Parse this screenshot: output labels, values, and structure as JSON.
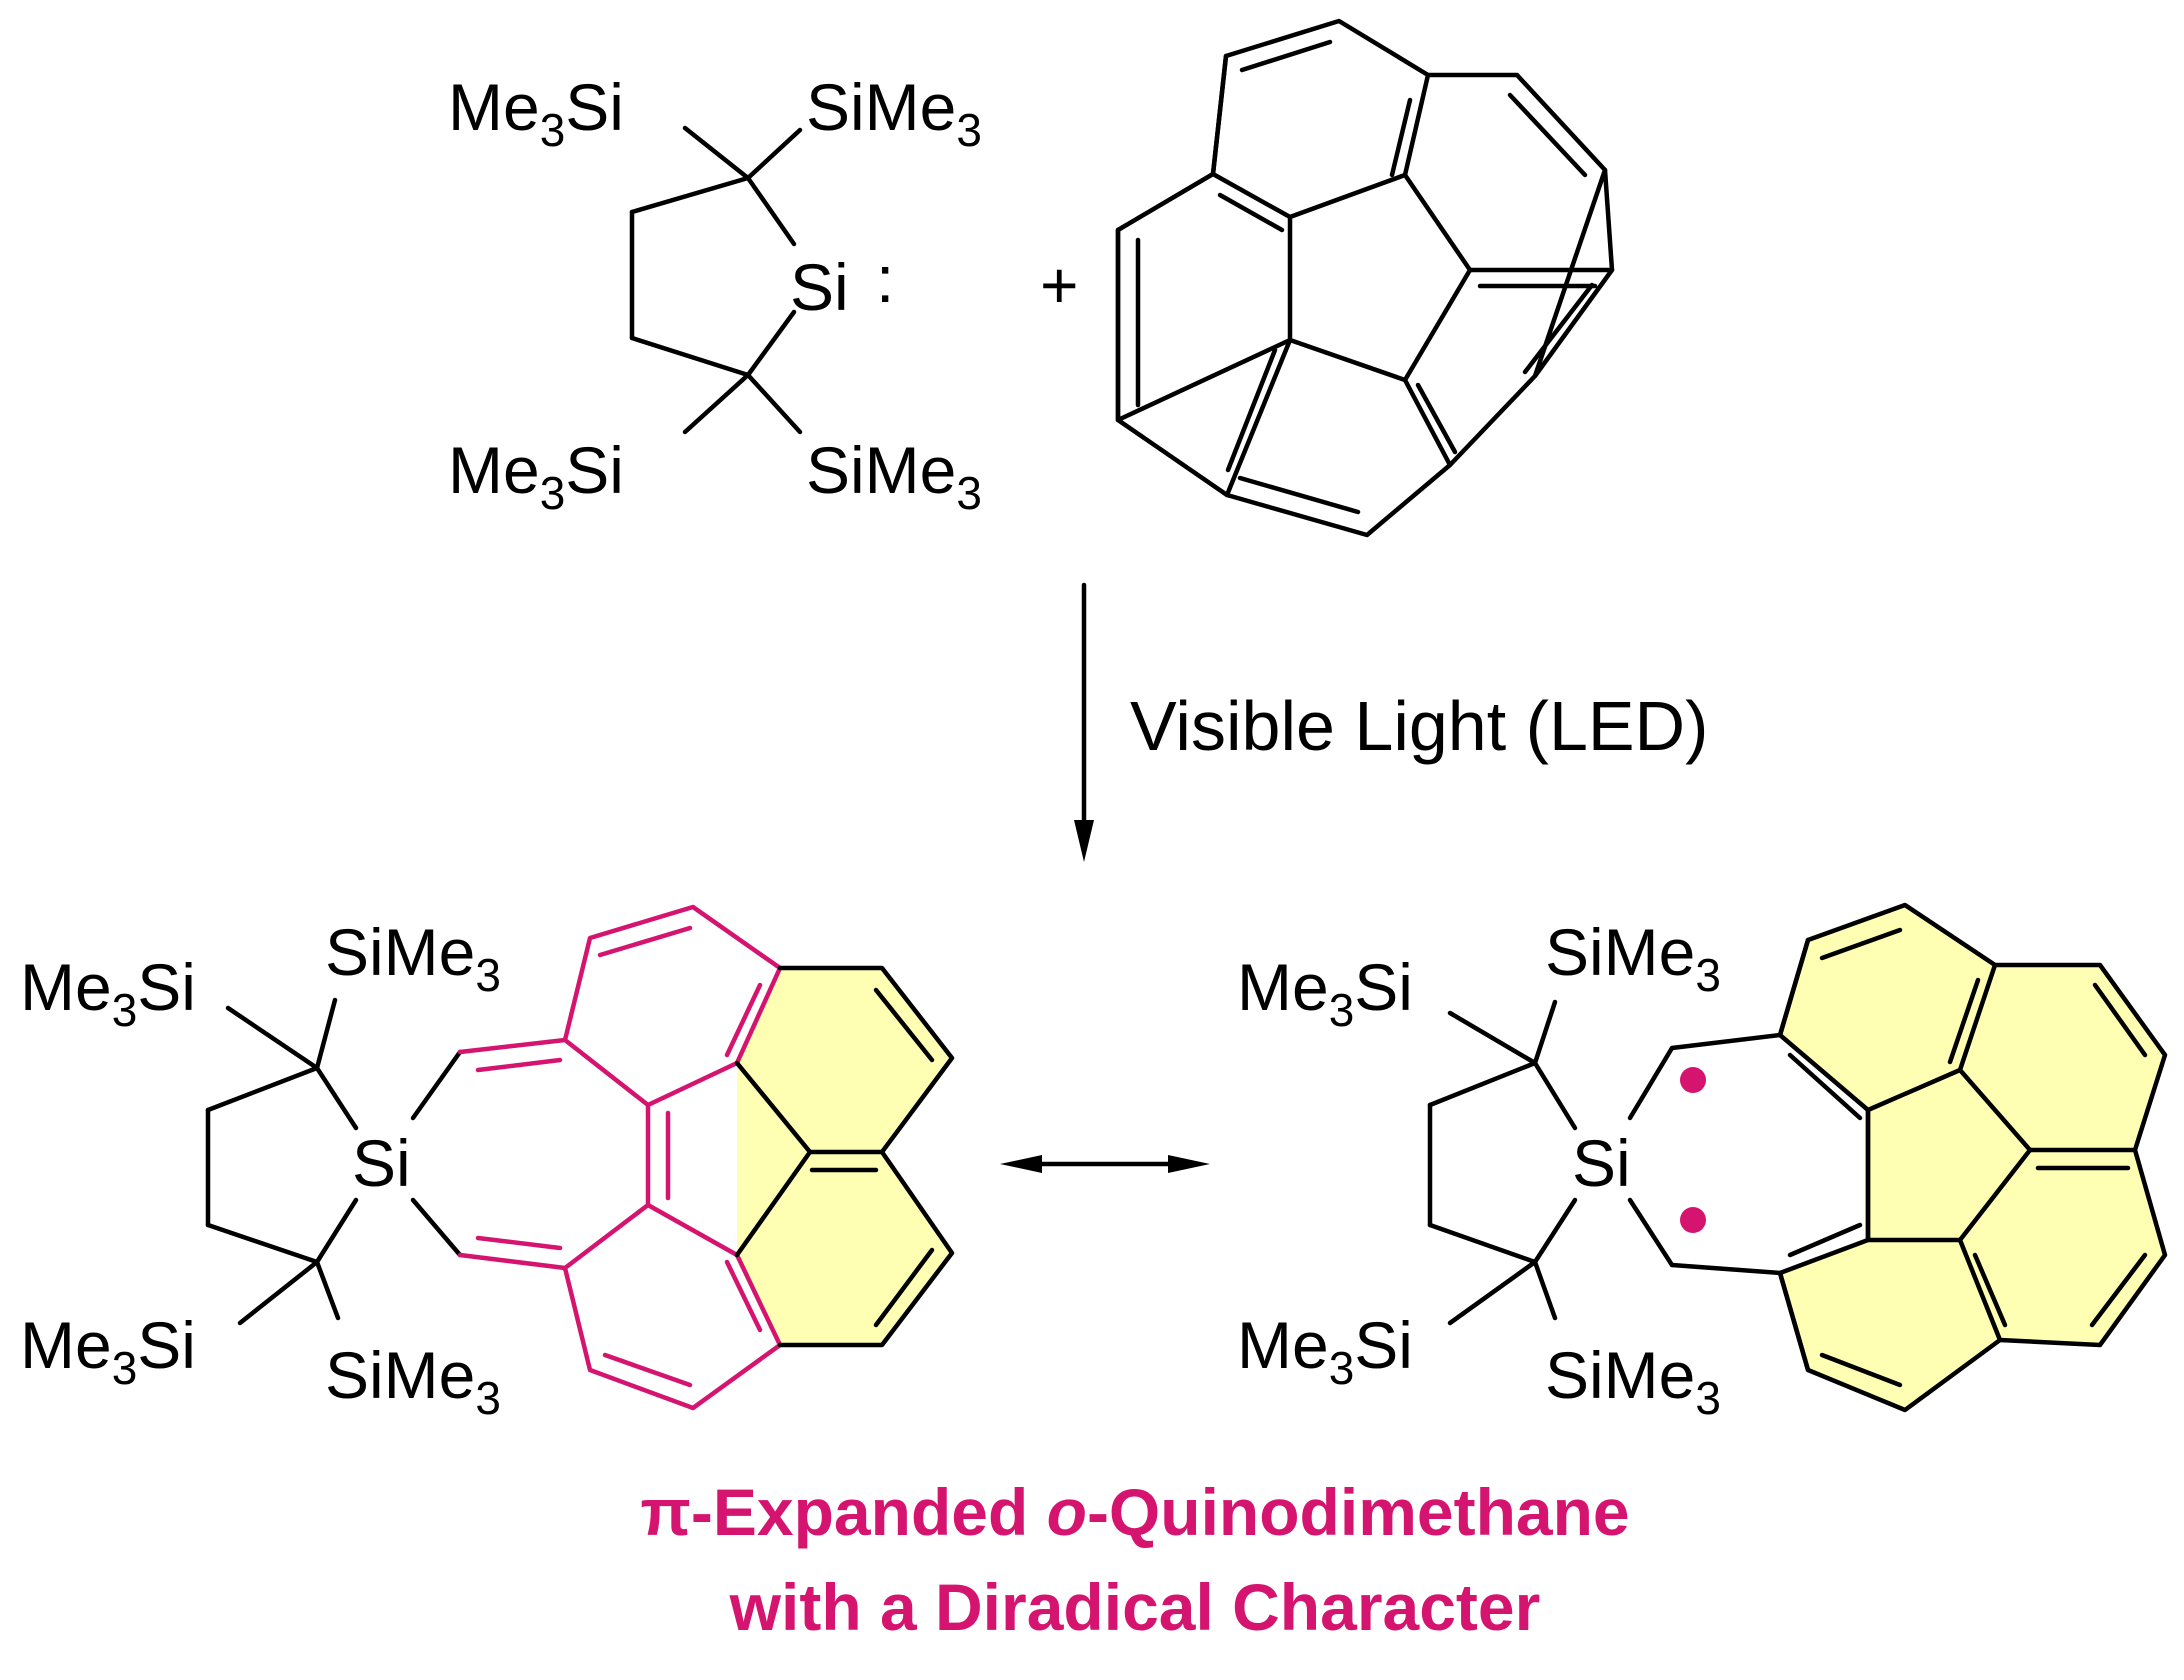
{
  "reactant": {
    "label_tl": "Me",
    "label_tl_sub": "3",
    "label_tl_tail": "Si",
    "label_tr": "SiMe",
    "label_tr_sub": "3",
    "label_bl": "Me",
    "label_bl_sub": "3",
    "label_bl_tail": "Si",
    "label_br": "SiMe",
    "label_br_sub": "3",
    "si": "Si",
    "lone_pair": ":"
  },
  "plus": "+",
  "condition": "Visible Light (LED)",
  "product_left": {
    "tl": "Me",
    "tl_sub": "3",
    "tl_tail": "Si",
    "tr": "SiMe",
    "tr_sub": "3",
    "bl": "Me",
    "bl_sub": "3",
    "bl_tail": "Si",
    "br": "SiMe",
    "br_sub": "3",
    "si": "Si"
  },
  "product_right": {
    "tl": "Me",
    "tl_sub": "3",
    "tl_tail": "Si",
    "tr": "SiMe",
    "tr_sub": "3",
    "bl": "Me",
    "bl_sub": "3",
    "bl_tail": "Si",
    "br": "SiMe",
    "br_sub": "3",
    "si": "Si"
  },
  "caption": {
    "line1_a": "π-Expanded ",
    "line1_b": "o",
    "line1_c": "-Quinodimethane",
    "line2": "with a Diradical Character"
  },
  "colors": {
    "accent": "#d4146f",
    "highlight": "#ffffb4"
  }
}
